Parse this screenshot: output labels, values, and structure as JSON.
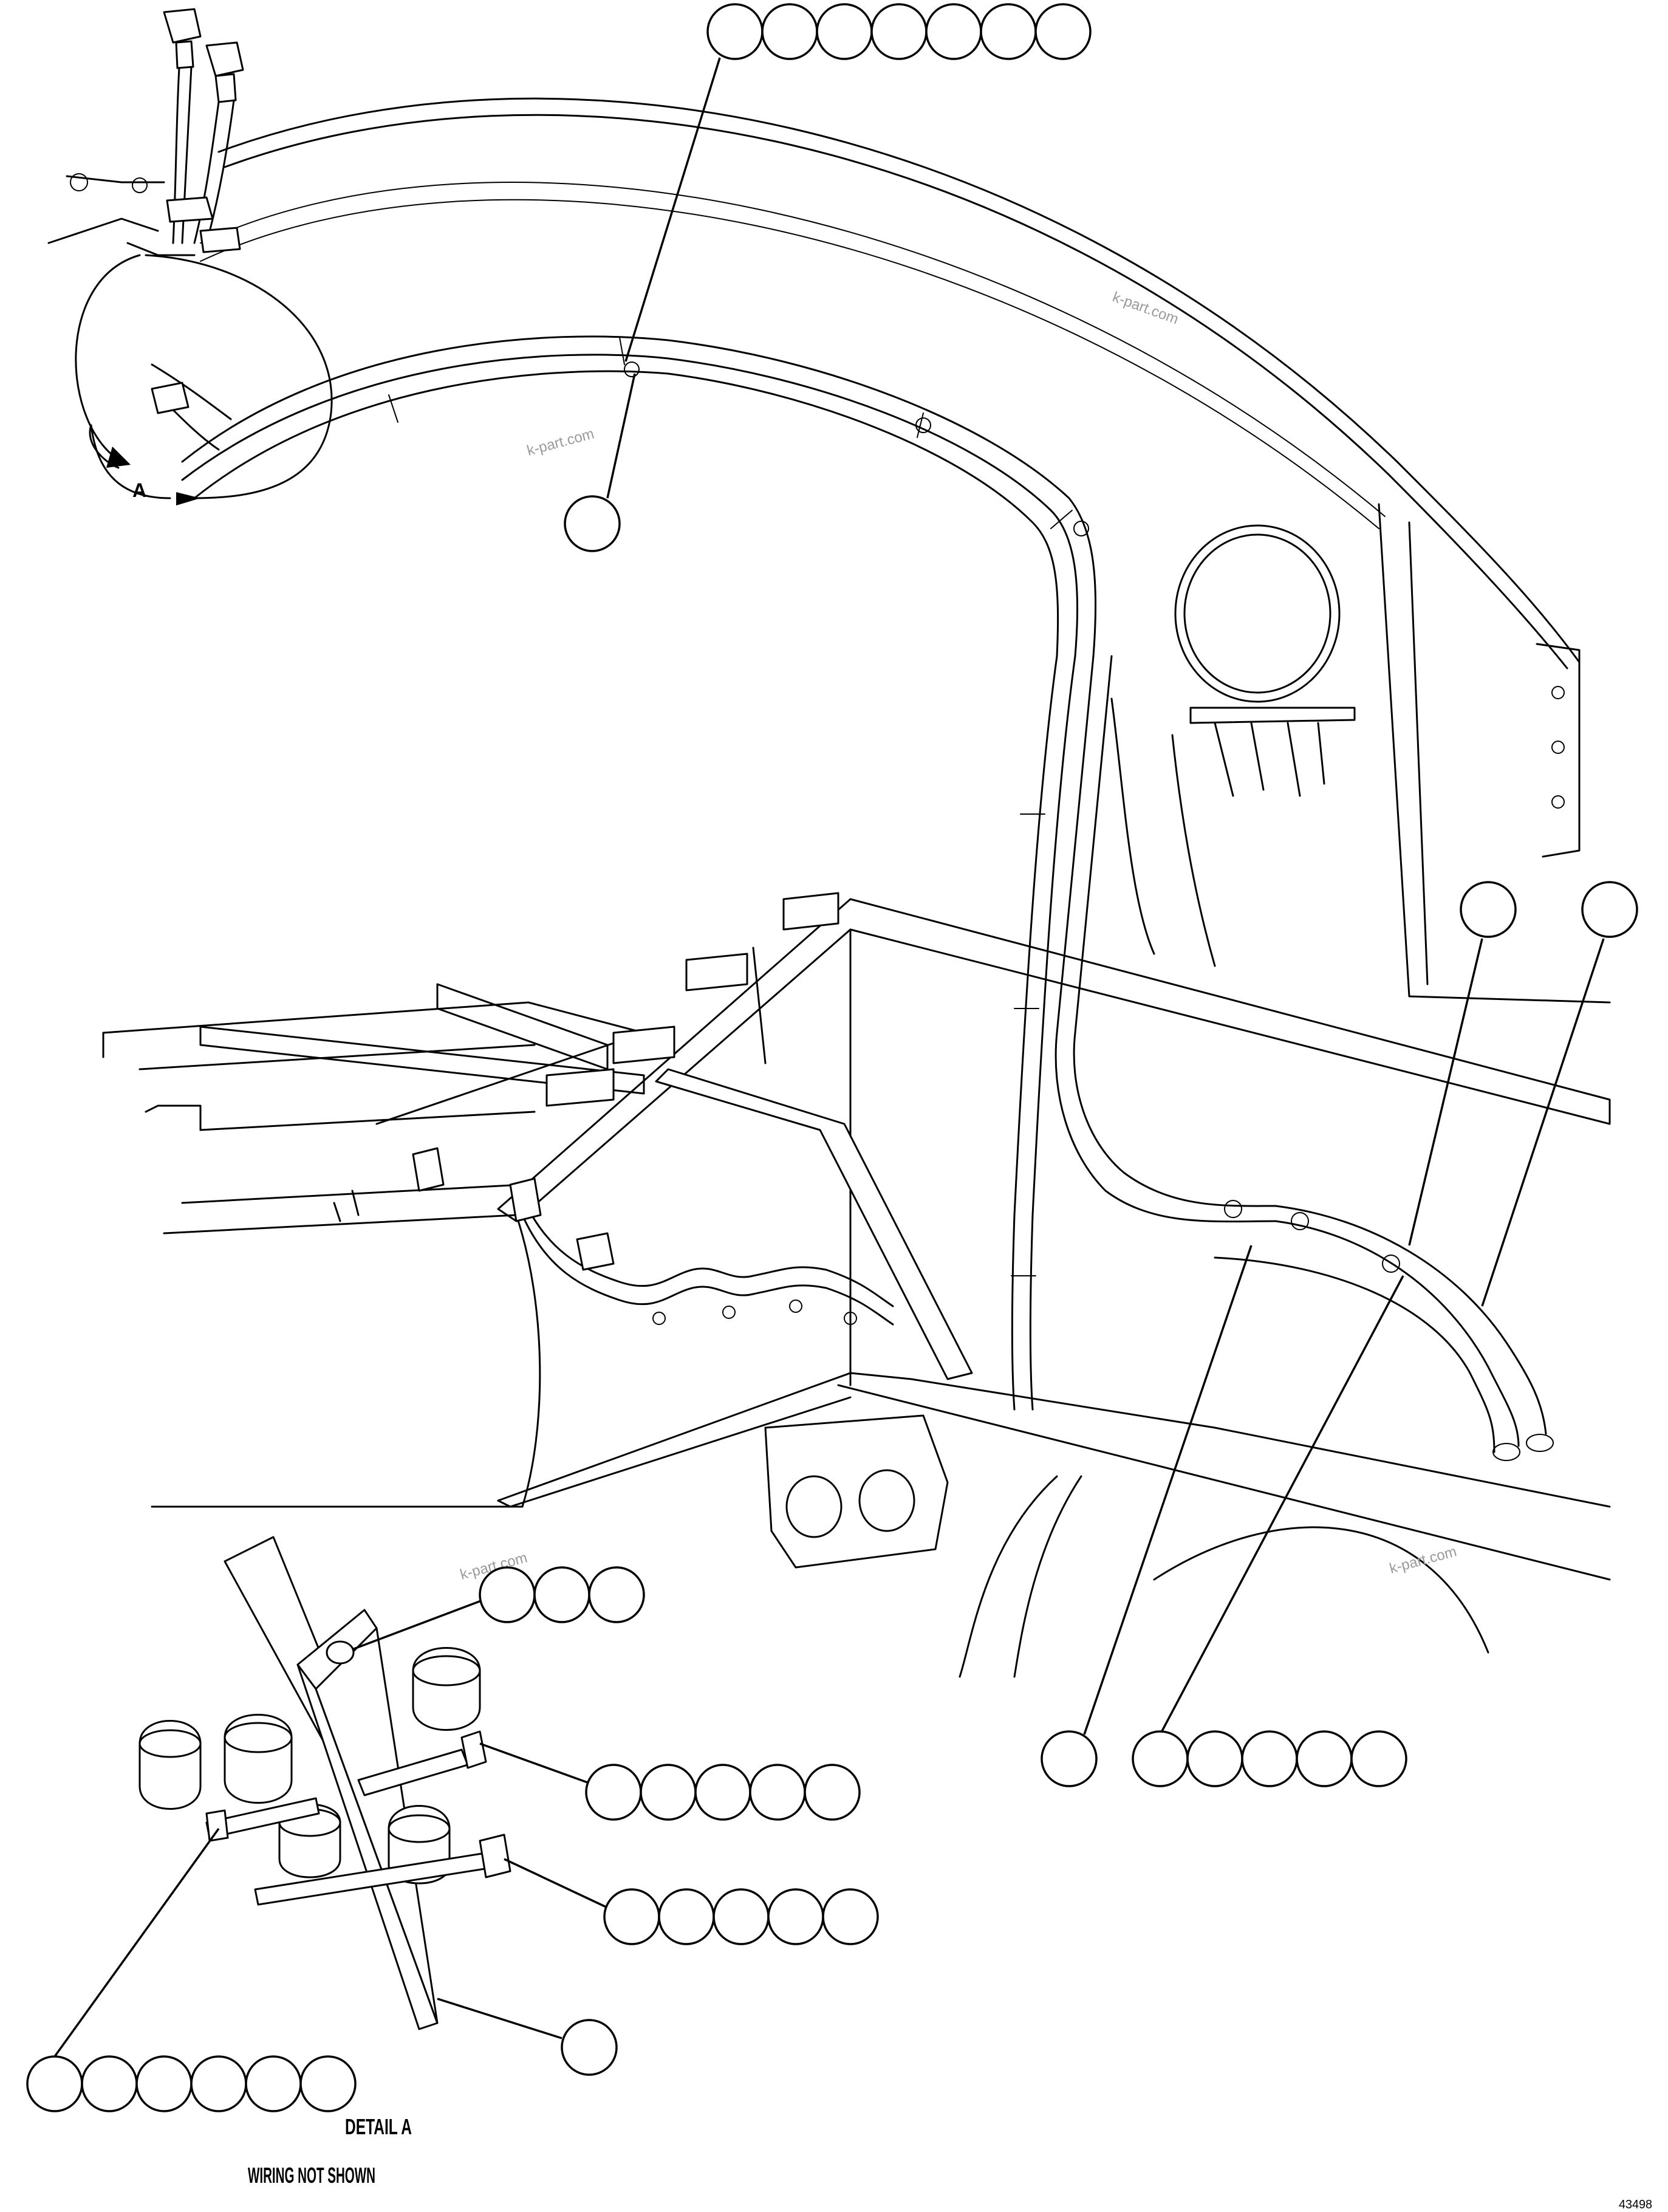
{
  "labels": {
    "view_marker": "A",
    "detail_title": "DETAIL A",
    "detail_note": "WIRING NOT SHOWN",
    "drawing_ref": "43498"
  },
  "watermarks": [
    "k-part.com",
    "k-part.com",
    "k-part.com",
    "k-part.com"
  ],
  "callouts": [
    {
      "id": "top-hose-clamp",
      "count": 7
    },
    {
      "id": "upper-harness",
      "count": 1
    },
    {
      "id": "right-tube-a",
      "count": 1
    },
    {
      "id": "right-tube-b",
      "count": 1
    },
    {
      "id": "lower-clamp-group",
      "count": 6
    },
    {
      "id": "detail-bolt",
      "count": 3
    },
    {
      "id": "detail-clamp-upper",
      "count": 5
    },
    {
      "id": "detail-clamp-lower",
      "count": 5
    },
    {
      "id": "detail-bolt-left",
      "count": 6
    },
    {
      "id": "detail-bracket",
      "count": 1
    }
  ]
}
